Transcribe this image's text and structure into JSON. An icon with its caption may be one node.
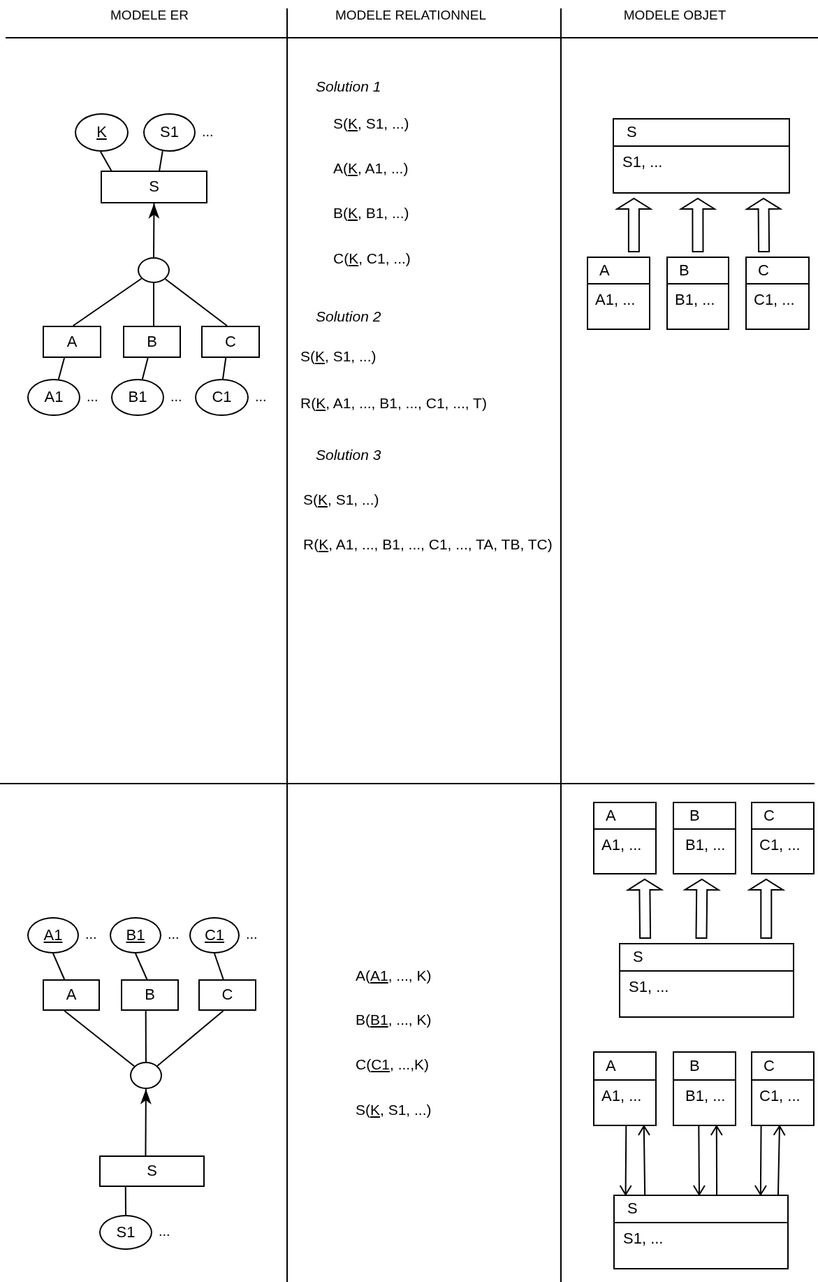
{
  "diagram": {
    "nodes": [
      {
        "text": [
          "K"
        ]
      },
      {
        "text": [
          "S1"
        ],
        "beside": [
          "..."
        ]
      },
      {
        "text": [
          "S"
        ]
      },
      {
        "text": [],
        "shape": "circle"
      },
      {
        "text": [
          "A"
        ]
      },
      {
        "text": [
          "B"
        ]
      },
      {
        "text": [
          "C"
        ]
      },
      {
        "text": [
          "A1"
        ],
        "beside": [
          "..."
        ]
      },
      {
        "text": [
          "B1"
        ],
        "beside": [
          "..."
        ]
      },
      {
        "text": [
          "C1"
        ],
        "beside": [
          "..."
        ]
      },
      {
        "text": [
          "S",
          "S1, ..."
        ]
      },
      {
        "text": [
          "A",
          "A1, ..."
        ]
      },
      {
        "text": [
          "B",
          "B1, ..."
        ]
      },
      {
        "text": [
          "C",
          "C1, ..."
        ]
      },
      {
        "text": [
          "A1"
        ],
        "beside": [
          "..."
        ]
      },
      {
        "text": [
          "B1"
        ],
        "beside": [
          "..."
        ]
      },
      {
        "text": [
          "C1"
        ],
        "beside": [
          "..."
        ]
      },
      {
        "text": [
          "A"
        ]
      },
      {
        "text": [
          "B"
        ]
      },
      {
        "text": [
          "C"
        ]
      },
      {
        "text": [],
        "shape": "circle"
      },
      {
        "text": [
          "S"
        ]
      },
      {
        "text": [
          "S1"
        ],
        "beside": [
          "..."
        ]
      },
      {
        "text": [
          "A",
          "A1, ..."
        ]
      },
      {
        "text": [
          "B",
          "B1, ..."
        ]
      },
      {
        "text": [
          "C",
          "C1, ..."
        ]
      },
      {
        "text": [
          "S",
          "S1, ..."
        ]
      },
      {
        "text": [
          "A",
          "A1, ..."
        ]
      },
      {
        "text": [
          "B",
          "B1, ..."
        ]
      },
      {
        "text": [
          "C",
          "C1, ..."
        ]
      },
      {
        "text": [
          "S",
          "S1, ..."
        ]
      }
    ],
    "edges": [
      {
        "from": 0,
        "to": 2,
        "arrow": "none"
      },
      {
        "from": 1,
        "to": 2,
        "arrow": "none"
      },
      {
        "from": 3,
        "to": 2,
        "arrow": "to"
      },
      {
        "from": 4,
        "to": 3,
        "arrow": "none"
      },
      {
        "from": 5,
        "to": 3,
        "arrow": "none"
      },
      {
        "from": 6,
        "to": 3,
        "arrow": "none"
      },
      {
        "from": 7,
        "to": 4,
        "arrow": "none"
      },
      {
        "from": 8,
        "to": 5,
        "arrow": "none"
      },
      {
        "from": 9,
        "to": 6,
        "arrow": "none"
      },
      {
        "from": 11,
        "to": 10,
        "arrow": "to",
        "style": "thick"
      },
      {
        "from": 12,
        "to": 10,
        "arrow": "to",
        "style": "thick"
      },
      {
        "from": 13,
        "to": 10,
        "arrow": "to",
        "style": "thick"
      },
      {
        "from": 14,
        "to": 17,
        "arrow": "none"
      },
      {
        "from": 15,
        "to": 18,
        "arrow": "none"
      },
      {
        "from": 16,
        "to": 19,
        "arrow": "none"
      },
      {
        "from": 17,
        "to": 20,
        "arrow": "none"
      },
      {
        "from": 18,
        "to": 20,
        "arrow": "none"
      },
      {
        "from": 19,
        "to": 20,
        "arrow": "none"
      },
      {
        "from": 21,
        "to": 20,
        "arrow": "to"
      },
      {
        "from": 22,
        "to": 21,
        "arrow": "none"
      },
      {
        "from": 26,
        "to": 23,
        "arrow": "to",
        "style": "thick"
      },
      {
        "from": 26,
        "to": 24,
        "arrow": "to",
        "style": "thick"
      },
      {
        "from": 26,
        "to": 25,
        "arrow": "to",
        "style": "thick"
      },
      {
        "from": 27,
        "to": 30,
        "arrow": "to"
      },
      {
        "from": 30,
        "to": 27,
        "arrow": "to"
      },
      {
        "from": 28,
        "to": 30,
        "arrow": "to"
      },
      {
        "from": 30,
        "to": 28,
        "arrow": "to"
      },
      {
        "from": 29,
        "to": 30,
        "arrow": "to"
      },
      {
        "from": 30,
        "to": 29,
        "arrow": "to"
      }
    ],
    "labels": [
      "MODELE ER",
      "MODELE RELATIONNEL",
      "MODELE OBJET",
      "Solution 1",
      "S(K, S1, ...)",
      "A(K, A1, ...)",
      "B(K, B1, ...)",
      "C(K, C1, ...)",
      "Solution 2",
      "S(K, S1, ...)",
      "R(K, A1, ..., B1, ..., C1, ..., T)",
      "Solution 3",
      "S(K, S1, ...)",
      "R(K, A1, ..., B1, ..., C1, ..., TA, TB, TC)",
      "A(A1, ..., K)",
      "B(B1, ..., K)",
      "C(C1, ...,K)",
      "S(K, S1, ...)"
    ]
  }
}
